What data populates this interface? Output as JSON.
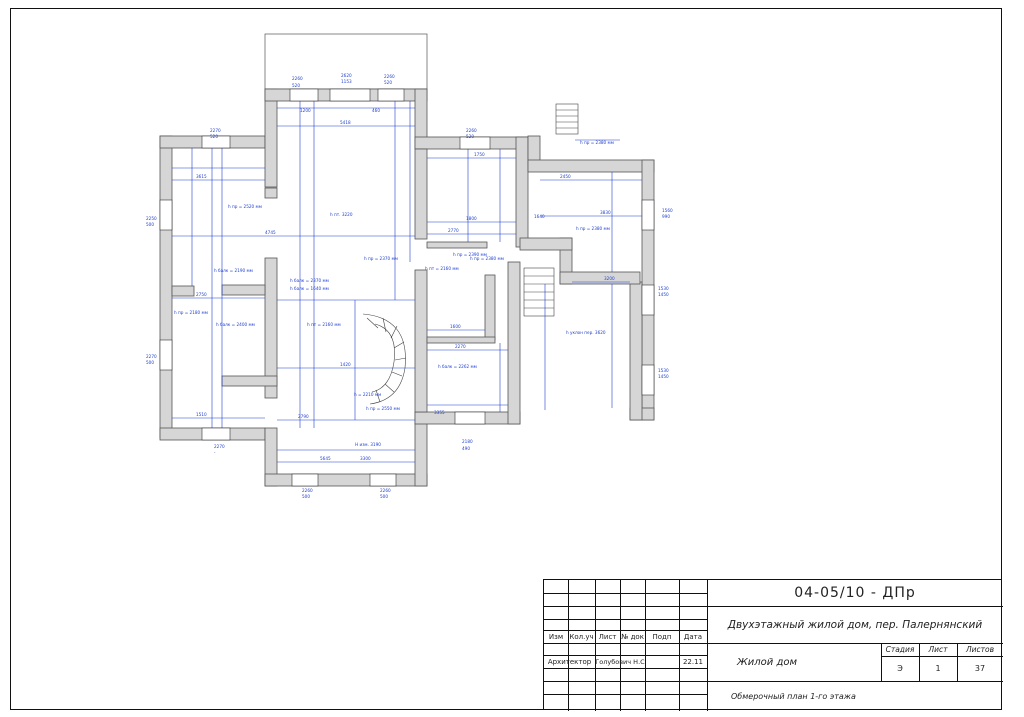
{
  "drawing": {
    "code": "04-05/10 - ДПр",
    "project": "Двухэтажный жилой дом, пер. Палернянский",
    "object": "Жилой дом",
    "sheet_title": "Обмерочный план 1-го этажа",
    "headers": {
      "izm": "Изм",
      "kol": "Кол.уч",
      "list": "Лист",
      "ndoc": "№ док",
      "podp": "Подп",
      "data": "Дата"
    },
    "role": "Архитектор",
    "author": "Голубович Н.С",
    "date": "22.11",
    "stage_label": "Стадия",
    "sheet_label": "Лист",
    "sheets_label": "Листов",
    "stage": "Э",
    "sheet": "1",
    "sheets": "37"
  },
  "plan": {
    "windows": [
      {
        "w": "2260",
        "h": "520"
      },
      {
        "w": "2620",
        "h": "1153"
      },
      {
        "w": "2260",
        "h": "520"
      },
      {
        "w": "2270",
        "h": "520"
      },
      {
        "w": "2260",
        "h": "520"
      },
      {
        "w": "2250",
        "h": "500"
      },
      {
        "w": "2270",
        "h": "500"
      },
      {
        "w": "2270",
        "h": "-"
      },
      {
        "w": "2180",
        "h": "490"
      },
      {
        "w": "2260",
        "h": "500"
      },
      {
        "w": "2260",
        "h": "500"
      },
      {
        "w": "1560",
        "h": "990"
      },
      {
        "w": "1530",
        "h": "1450"
      },
      {
        "w": "1530",
        "h": "1450"
      }
    ],
    "notes": [
      "h пр = 2520 мм",
      "h пт. 3220",
      "h пр = 2370 мм",
      "h пр = 2390 мм",
      "h пр = 2380 мм",
      "h пт = 2160 мм",
      "h балк = 2190 мм",
      "h балк = 2370 мм",
      "h балк = 1640 мм",
      "h пр = 2180 мм",
      "h балк = 2400 мм",
      "h пт = 2160 мм",
      "h балк = 2262 мм",
      "h = 2210 мм",
      "h пр = 2550 мм",
      "H изм. 3190",
      "h пр = 2380 мм",
      "h пр = 2380 мм",
      "h уклон пер. 3620",
      "1640"
    ],
    "dims": [
      "5418",
      "3615",
      "1750",
      "1800",
      "2770",
      "2450",
      "3830",
      "3200",
      "2750",
      "1420",
      "1600",
      "4745",
      "2270",
      "2790",
      "1510",
      "5645",
      "3300",
      "3355",
      "1200",
      "460"
    ]
  }
}
